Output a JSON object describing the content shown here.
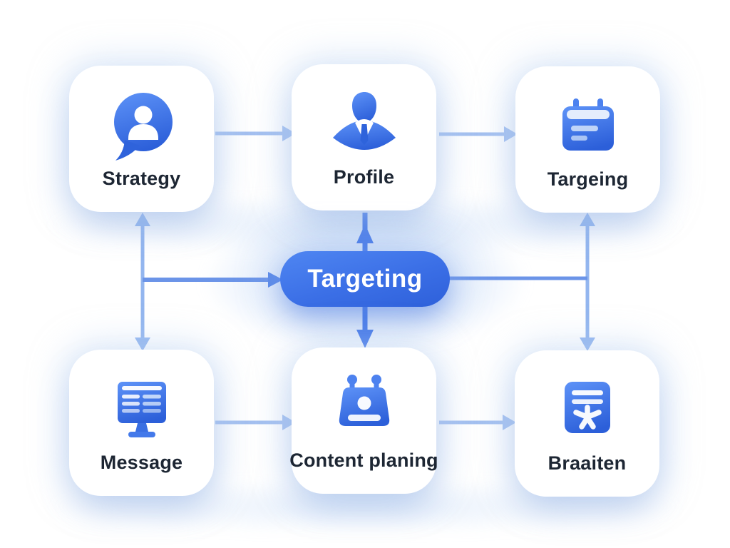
{
  "diagram": {
    "title": "targeting-flow-diagram",
    "center": {
      "label": "Targeting",
      "shape": "pill"
    },
    "nodes": [
      {
        "id": "strategy",
        "label": "Strategy",
        "icon": "chat-person-icon",
        "position": "top-left"
      },
      {
        "id": "profile",
        "label": "Profile",
        "icon": "businessman-icon",
        "position": "top-center"
      },
      {
        "id": "targeing",
        "label": "Targeing",
        "icon": "notepad-icon",
        "position": "top-right"
      },
      {
        "id": "message",
        "label": "Message",
        "icon": "monitor-text-icon",
        "position": "bottom-left"
      },
      {
        "id": "content-planing",
        "label": "Content planing",
        "icon": "bag-icon",
        "position": "bottom-center"
      },
      {
        "id": "braaiten",
        "label": "Braaiten",
        "icon": "document-star-icon",
        "position": "bottom-right"
      }
    ],
    "edges": [
      {
        "from": "strategy",
        "to": "profile",
        "style": "arrow-right"
      },
      {
        "from": "profile",
        "to": "targeing",
        "style": "arrow-right"
      },
      {
        "from": "message",
        "to": "content-planing",
        "style": "arrow-right"
      },
      {
        "from": "content-planing",
        "to": "braaiten",
        "style": "arrow-right"
      },
      {
        "from": "strategy",
        "to": "message",
        "style": "double-arrow-vertical"
      },
      {
        "from": "targeing",
        "to": "braaiten",
        "style": "double-arrow-vertical"
      },
      {
        "from": "left-rail",
        "to": "targeting-center",
        "style": "arrow-right"
      },
      {
        "from": "targeting-center",
        "to": "right-rail",
        "style": "line"
      },
      {
        "from": "targeting-center",
        "to": "profile",
        "style": "arrow-up"
      },
      {
        "from": "targeting-center",
        "to": "content-planing",
        "style": "arrow-down"
      }
    ],
    "colors": {
      "accent_blue": "#3b6fe6",
      "pill_gradient_start": "#4f86f2",
      "pill_gradient_end": "#2e60da",
      "connector_light": "#a4c0f0",
      "connector_medium": "#6b94e8",
      "connector_dark": "#3f74e9",
      "label_text": "#1d2633",
      "card_background": "#ffffff"
    }
  }
}
